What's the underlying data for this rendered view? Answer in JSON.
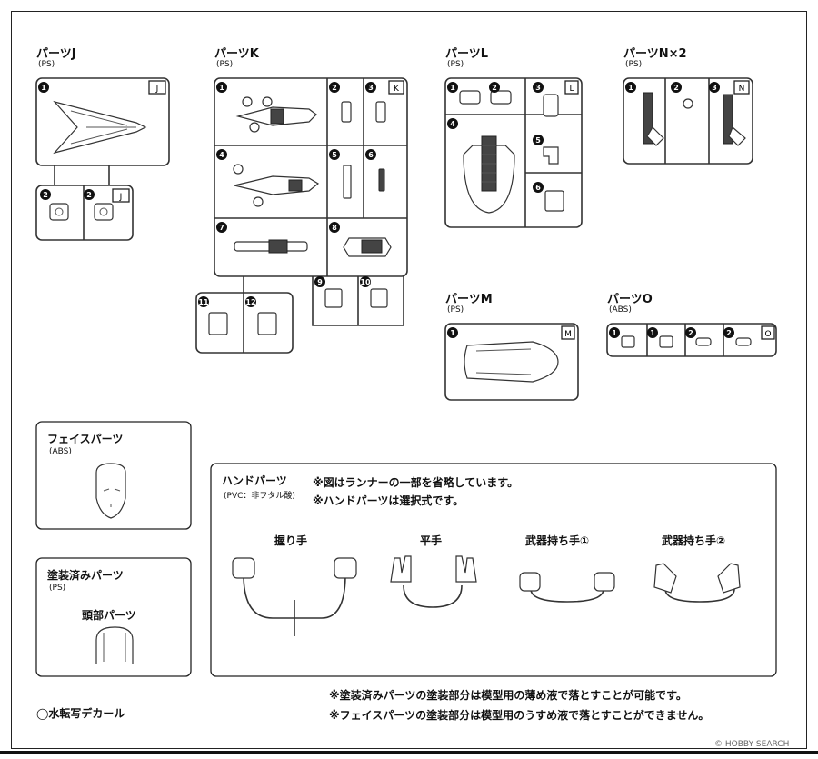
{
  "parts": {
    "j": {
      "title": "パーツJ",
      "mat": "(PS)",
      "tag": "J"
    },
    "k": {
      "title": "パーツK",
      "mat": "(PS)",
      "tag": "K"
    },
    "l": {
      "title": "パーツL",
      "mat": "(PS)",
      "tag": "L"
    },
    "n": {
      "title": "パーツN×2",
      "mat": "(PS)",
      "tag": "N"
    },
    "m": {
      "title": "パーツM",
      "mat": "(PS)",
      "tag": "M"
    },
    "o": {
      "title": "パーツO",
      "mat": "(ABS)",
      "tag": "O"
    }
  },
  "face": {
    "title": "フェイスパーツ",
    "mat": "(ABS)"
  },
  "painted": {
    "title": "塗装済みパーツ",
    "mat": "(PS)",
    "sub": "頭部パーツ"
  },
  "hands": {
    "title": "ハンドパーツ",
    "mat": "(PVC：非フタル酸)",
    "note1": "※図はランナーの一部を省略しています。",
    "note2": "※ハンドパーツは選択式です。",
    "labels": [
      "握り手",
      "平手",
      "武器持ち手①",
      "武器持ち手②"
    ]
  },
  "decal": "◯水転写デカール",
  "footnote1": "※塗装済みパーツの塗装部分は模型用の薄め液で落とすことが可能です。",
  "footnote2": "※フェイスパーツの塗装部分は模型用のうすめ液で落とすことができません。",
  "watermark": "© HOBBY SEARCH",
  "numbers": [
    "1",
    "2",
    "3",
    "4",
    "5",
    "6",
    "7",
    "8",
    "9",
    "10",
    "11",
    "12"
  ]
}
